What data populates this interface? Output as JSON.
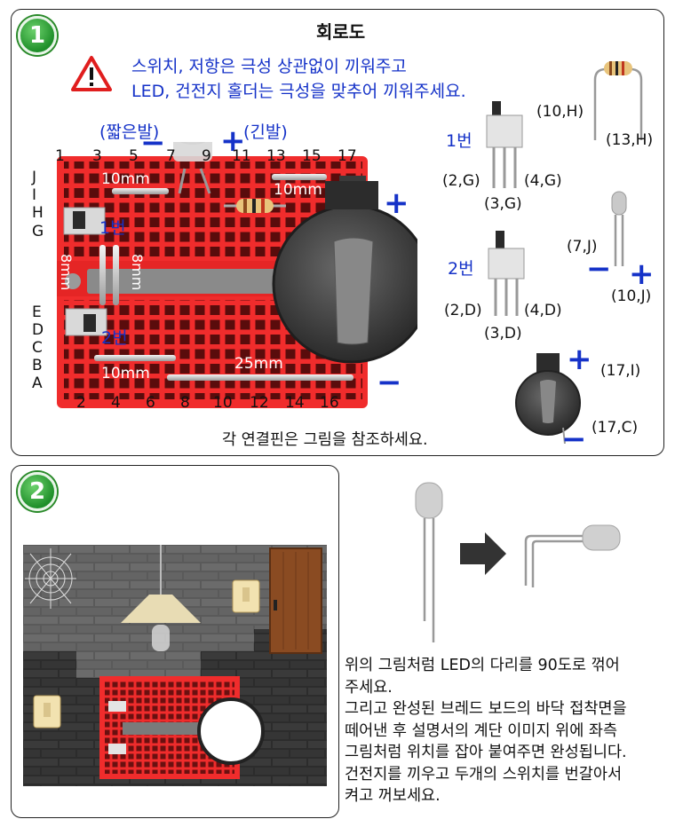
{
  "step1": {
    "badge": "1",
    "title": "회로도",
    "warning_line1": "스위치, 저항은 극성 상관없이 끼워주고",
    "warning_line2": "LED, 건전지 홀더는 극성을 맞추어 끼워주세요.",
    "short_leg": "(짧은발)",
    "long_leg": "(긴발)",
    "minus": "−",
    "plus": "+",
    "top_cols": [
      "1",
      "3",
      "5",
      "7",
      "9",
      "11",
      "13",
      "15",
      "17"
    ],
    "bottom_cols": [
      "2",
      "4",
      "6",
      "8",
      "10",
      "12",
      "14",
      "16"
    ],
    "rows_top": [
      "J",
      "I",
      "H",
      "G"
    ],
    "rows_bottom": [
      "E",
      "D",
      "C",
      "B",
      "A"
    ],
    "dim_10mm": "10mm",
    "dim_8mm": "8mm",
    "dim_25mm": "25mm",
    "switch1": "1번",
    "switch2": "2번",
    "resistor_pins": [
      "(10,H)",
      "(13,H)"
    ],
    "switch1_pins": [
      "(2,G)",
      "(3,G)",
      "(4,G)"
    ],
    "switch2_pins": [
      "(2,D)",
      "(3,D)",
      "(4,D)"
    ],
    "led_pins": [
      "(7,J)",
      "(10,J)"
    ],
    "battery_pins": [
      "(17,I)",
      "(17,C)"
    ],
    "footer": "각 연결핀은 그림을 참조하세요."
  },
  "step2": {
    "badge": "2",
    "instructions": "위의 그림처럼 LED의 다리를 90도로 꺾어\n주세요.\n그리고 완성된 브레드 보드의 바닥 접착면을\n떼어낸 후 설명서의 계단 이미지 위에 좌측\n그림처럼 위치를 잡아 붙여주면 완성됩니다.\n건전지를 끼우고 두개의 스위치를 번갈아서\n켜고 꺼보세요."
  },
  "colors": {
    "board_red": "#f02c2c",
    "label_blue": "#1532c8",
    "badge_green": "#1f8f2a"
  }
}
